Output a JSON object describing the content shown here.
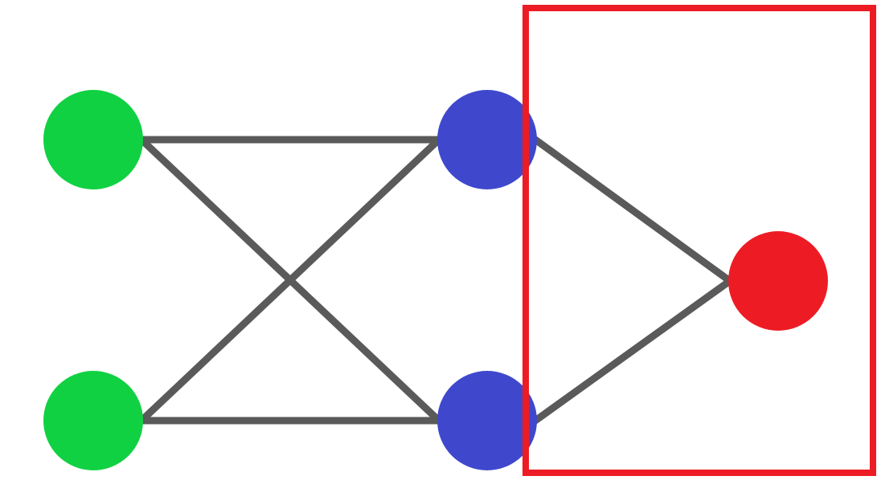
{
  "diagram": {
    "type": "neural-network",
    "layers": [
      {
        "name": "input",
        "node_count": 2,
        "color": "#10D142"
      },
      {
        "name": "hidden",
        "node_count": 2,
        "color": "#3F48CC"
      },
      {
        "name": "output",
        "node_count": 1,
        "color": "#ED1C24"
      }
    ],
    "edge_color": "#5A5A5A",
    "highlight": {
      "color": "#ED1C24",
      "covers": [
        "hidden-to-output",
        "output"
      ]
    },
    "connections": [
      {
        "from": "input-1",
        "to": "hidden-1"
      },
      {
        "from": "input-1",
        "to": "hidden-2"
      },
      {
        "from": "input-2",
        "to": "hidden-1"
      },
      {
        "from": "input-2",
        "to": "hidden-2"
      },
      {
        "from": "hidden-1",
        "to": "output-1"
      },
      {
        "from": "hidden-2",
        "to": "output-1"
      }
    ]
  }
}
